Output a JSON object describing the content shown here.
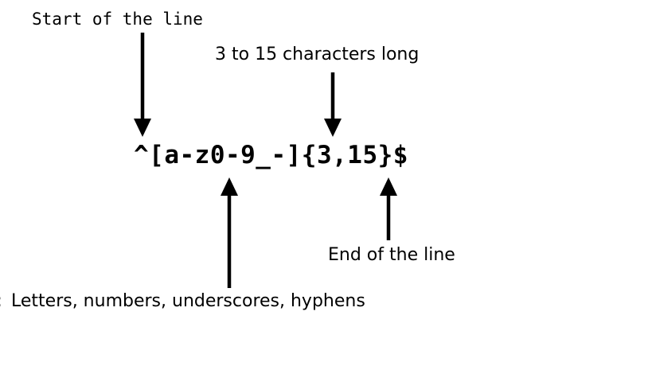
{
  "diagram": {
    "title": "Regular expression annotation diagram",
    "background_color": "#ffffff",
    "ink_color": "#000000",
    "pattern": "^[a-z0-9_-]{3,15}$",
    "annotations": [
      {
        "id": "start-of-line",
        "label": "Start of the line",
        "font": "monospace",
        "targets": "^",
        "arrow_direction": "down"
      },
      {
        "id": "length",
        "label": "3 to 15 characters long",
        "font": "sans",
        "targets": "{3,15}",
        "arrow_direction": "down"
      },
      {
        "id": "character-class",
        "label": "Letters, numbers, underscores, hyphens",
        "font": "sans",
        "targets": "[a-z0-9_-]",
        "arrow_direction": "up"
      },
      {
        "id": "end-of-line",
        "label": "End of the line",
        "font": "sans",
        "targets": "$",
        "arrow_direction": "up"
      }
    ],
    "clipped_fragment": ":"
  }
}
